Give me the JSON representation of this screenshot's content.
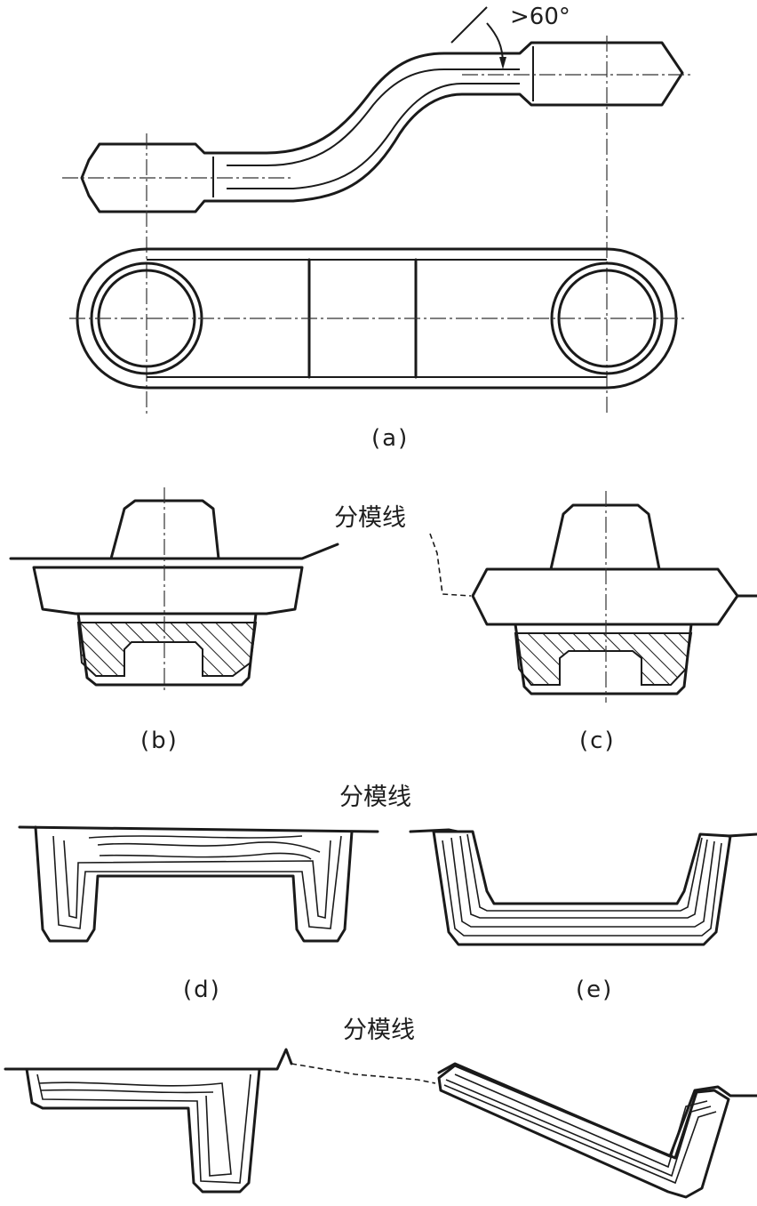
{
  "angle_label": ">60°",
  "captions": {
    "a": "(a)",
    "b": "(b)",
    "c": "(c)",
    "d": "(d)",
    "e": "(e)"
  },
  "parting_line_labels": [
    "分模线",
    "分模线",
    "分模线"
  ],
  "colors": {
    "ink": "#1a1a1a",
    "background": "#ffffff"
  }
}
